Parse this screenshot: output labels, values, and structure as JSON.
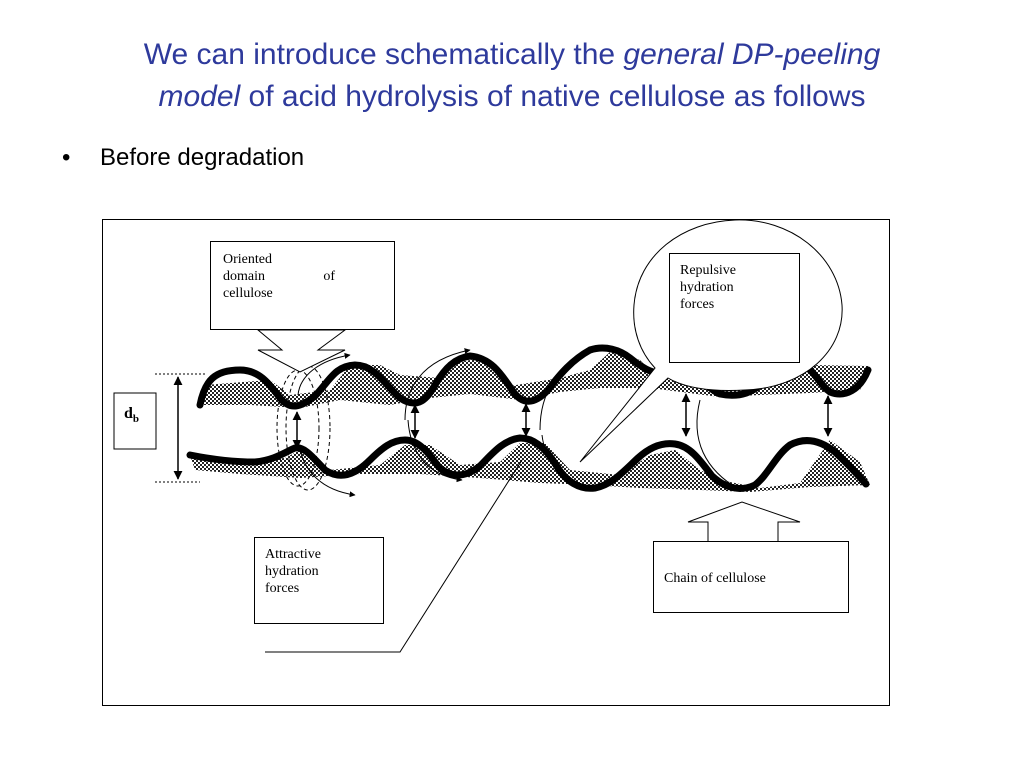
{
  "slide": {
    "title_part1": "We can introduce schematically the ",
    "title_italic1": "general DP-peeling",
    "title_italic2": "model",
    "title_part2": " of acid hydrolysis of native cellulose as follows",
    "bullet_symbol": "•",
    "bullet_text": "Before degradation"
  },
  "diagram": {
    "label_oriented_1": "Oriented",
    "label_oriented_2": "domain",
    "label_oriented_3": "of",
    "label_oriented_4": "cellulose",
    "label_repulsive_1": "Repulsive",
    "label_repulsive_2": "hydration",
    "label_repulsive_3": "forces",
    "label_attractive_1": "Attractive",
    "label_attractive_2": "hydration",
    "label_attractive_3": "forces",
    "label_chain": "Chain of cellulose",
    "label_db_main": "d",
    "label_db_sub": "b"
  }
}
